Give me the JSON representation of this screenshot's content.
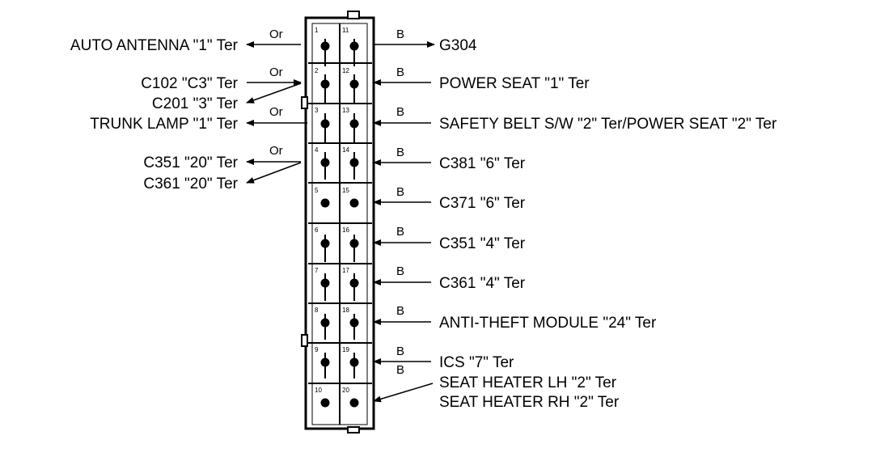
{
  "connector": {
    "left_pins": [
      "1",
      "2",
      "3",
      "4",
      "5",
      "6",
      "7",
      "8",
      "9",
      "10"
    ],
    "right_pins": [
      "11",
      "12",
      "13",
      "14",
      "15",
      "16",
      "17",
      "18",
      "19",
      "20"
    ]
  },
  "left_labels": {
    "auto_antenna": "AUTO ANTENNA \"1\" Ter",
    "c102": "C102 \"C3\" Ter",
    "c201": "C201 \"3\" Ter",
    "trunk_lamp": "TRUNK LAMP \"1\" Ter",
    "c351_20": "C351 \"20\" Ter",
    "c361_20": "C361 \"20\" Ter"
  },
  "right_labels": {
    "g304": "G304",
    "power_seat_1": "POWER SEAT \"1\" Ter",
    "safety_belt": "SAFETY BELT S/W \"2\" Ter/POWER SEAT \"2\" Ter",
    "c381": "C381 \"6\" Ter",
    "c371": "C371 \"6\" Ter",
    "c351_4": "C351 \"4\" Ter",
    "c361_4": "C361 \"4\" Ter",
    "anti_theft": "ANTI-THEFT MODULE \"24\" Ter",
    "ics": "ICS \"7\" Ter",
    "seat_heater_lh": "SEAT HEATER LH \"2\" Ter",
    "seat_heater_rh": "SEAT HEATER RH \"2\" Ter"
  },
  "wire_colors": {
    "left": [
      "Or",
      "Or",
      "Or",
      "Or"
    ],
    "right": [
      "B",
      "B",
      "B",
      "B",
      "B",
      "B",
      "B",
      "B",
      "B",
      "B"
    ]
  }
}
